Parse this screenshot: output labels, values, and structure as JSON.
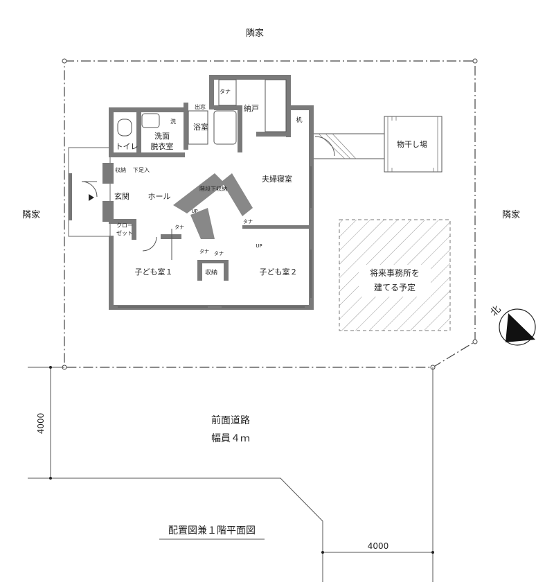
{
  "neighbors": {
    "top": "隣家",
    "left": "隣家",
    "right": "隣家"
  },
  "rooms": {
    "toilet": "トイレ",
    "washroom_1": "洗面",
    "washroom_2": "脱衣室",
    "wash_small": "洗",
    "dryer": "出窓",
    "bath": "浴室",
    "storage_top": "納戸",
    "shelf_top": "タナ",
    "desk": "机",
    "drying": "物干し場",
    "master": "夫婦寝室",
    "storage_left": "収納",
    "shoe": "下足入",
    "entrance": "玄関",
    "hall": "ホール",
    "stair_storage": "階段下収納",
    "up1": "UP",
    "up2": "UP",
    "closet_1": "クロー",
    "closet_2": "ゼット",
    "shelf_a": "タナ",
    "shelf_b": "タナ",
    "shelf_c": "タナ",
    "shelf_d": "タナ",
    "child1": "子ども室１",
    "child2": "子ども室２",
    "storage_mid": "収納",
    "future_1": "将来事務所を",
    "future_2": "建てる予定"
  },
  "north": "北",
  "road": {
    "name": "前面道路",
    "width": "幅員４ｍ"
  },
  "dims": {
    "vertical": "4000",
    "horizontal": "4000"
  },
  "title": "配置図兼１階平面図"
}
